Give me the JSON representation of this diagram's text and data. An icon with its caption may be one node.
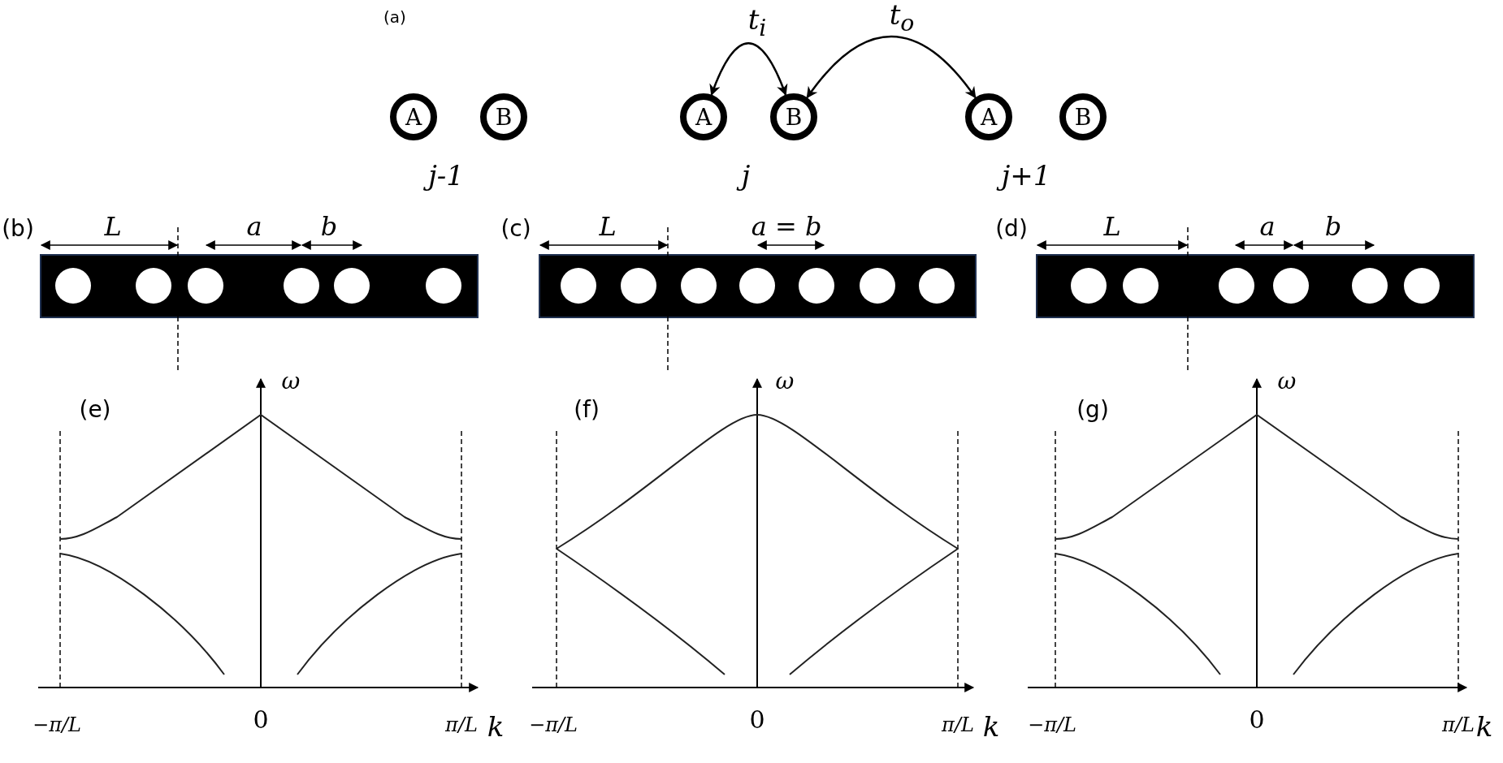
{
  "diagram": {
    "nodes": [
      {
        "text": [
          "A"
        ]
      },
      {
        "text": [
          "B"
        ]
      },
      {
        "text": [
          "A"
        ]
      },
      {
        "text": [
          "B"
        ]
      },
      {
        "text": [
          "A"
        ]
      },
      {
        "text": [
          "B"
        ]
      }
    ],
    "edges": [
      {
        "from": 2,
        "to": 3,
        "arrow": "both",
        "label": "t$_{i}$"
      },
      {
        "from": 3,
        "to": 4,
        "arrow": "both",
        "label": "t$_{o}$"
      }
    ],
    "labels": [
      "(a)",
      "j-1",
      "j",
      "j+1",
      "(b)",
      "L",
      "a",
      "b",
      "(c)",
      "L",
      "a = b",
      "(d)",
      "L",
      "a",
      "b",
      "(e)",
      "ω",
      "(f)",
      "ω",
      "(g)",
      "ω",
      "−π/L",
      "0",
      "π/L",
      "k",
      "−π/L",
      "0",
      "π/L",
      "k",
      "−π/L",
      "0",
      "π/L",
      "k"
    ]
  }
}
